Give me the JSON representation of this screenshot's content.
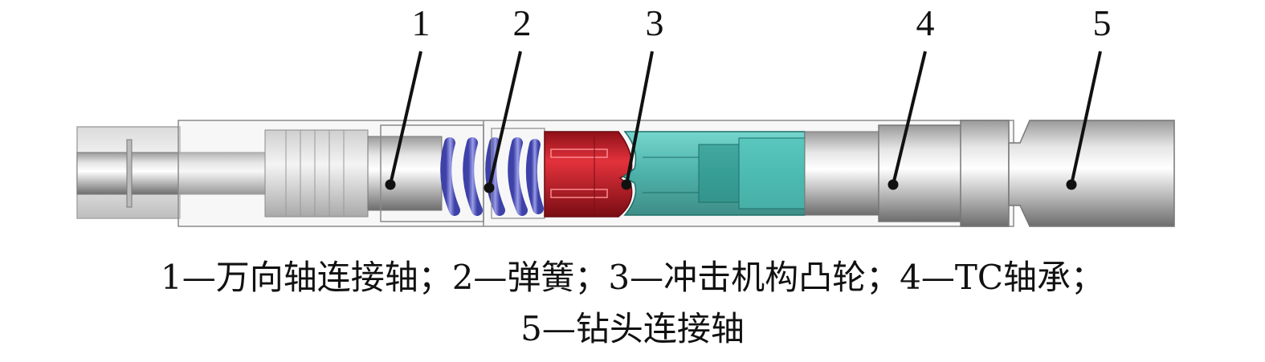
{
  "callouts": [
    {
      "number": "1",
      "label": "万向轴连接轴"
    },
    {
      "number": "2",
      "label": "弹簧"
    },
    {
      "number": "3",
      "label": "冲击机构凸轮"
    },
    {
      "number": "4",
      "label": "TC轴承"
    },
    {
      "number": "5",
      "label": "钻头连接轴"
    }
  ],
  "caption": {
    "line1": "1—万向轴连接轴；2—弹簧；3—冲击机构凸轮；4—TC轴承；",
    "line2": "5—钻头连接轴"
  },
  "colors": {
    "spring": "#6f72c8",
    "cam": "#c8202c",
    "housing_teal": "#3fb7ad",
    "shaft": "#c9c9c9"
  }
}
